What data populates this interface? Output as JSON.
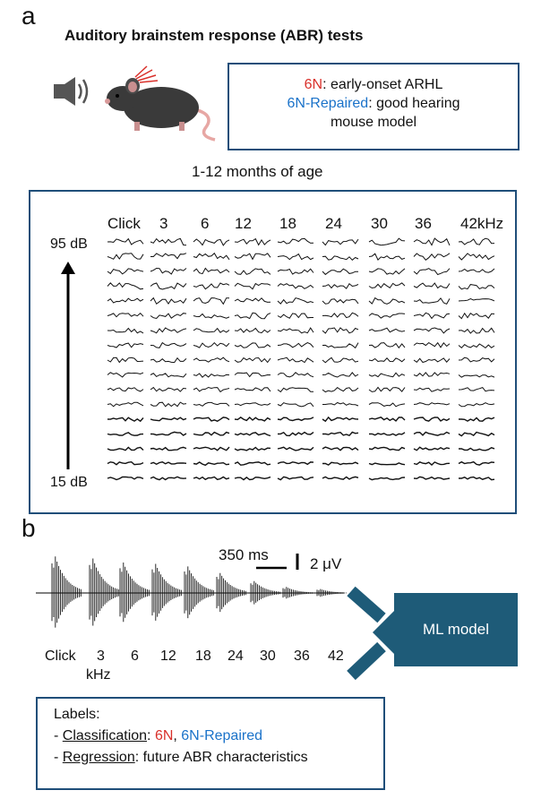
{
  "panel_a": {
    "letter": "a",
    "title": "Auditory brainstem response (ABR) tests",
    "info": {
      "line1_strain": "6N",
      "line1_rest": ": early-onset ARHL",
      "line2_strain": "6N-Repaired",
      "line2_rest": ": good hearing",
      "line3": "mouse model"
    },
    "age_text": "1-12 months of age",
    "freq_headers": [
      "Click",
      "3",
      "6",
      "12",
      "18",
      "24",
      "30",
      "36",
      "42kHz"
    ],
    "db_top": "95 dB",
    "db_bottom": "15 dB",
    "trace_rows": 17
  },
  "panel_b": {
    "letter": "b",
    "scale_time": "350 ms",
    "scale_amp": "2 μV",
    "bottom_labels": [
      "Click",
      "3",
      "6",
      "12",
      "18",
      "24",
      "30",
      "36",
      "42"
    ],
    "khz_label": "kHz",
    "ml_label": "ML model",
    "labels_title": "Labels:",
    "classification_label": "Classification",
    "classification_sep": ": ",
    "class_6n": "6N",
    "class_comma": ", ",
    "class_6nr": "6N-Repaired",
    "regression_label": "Regression",
    "regression_rest": ": future ABR characteristics",
    "colors": {
      "red": "#d9302a",
      "blue": "#1a72c9",
      "ml_box": "#1e5b78",
      "border": "#1f4e79"
    }
  }
}
